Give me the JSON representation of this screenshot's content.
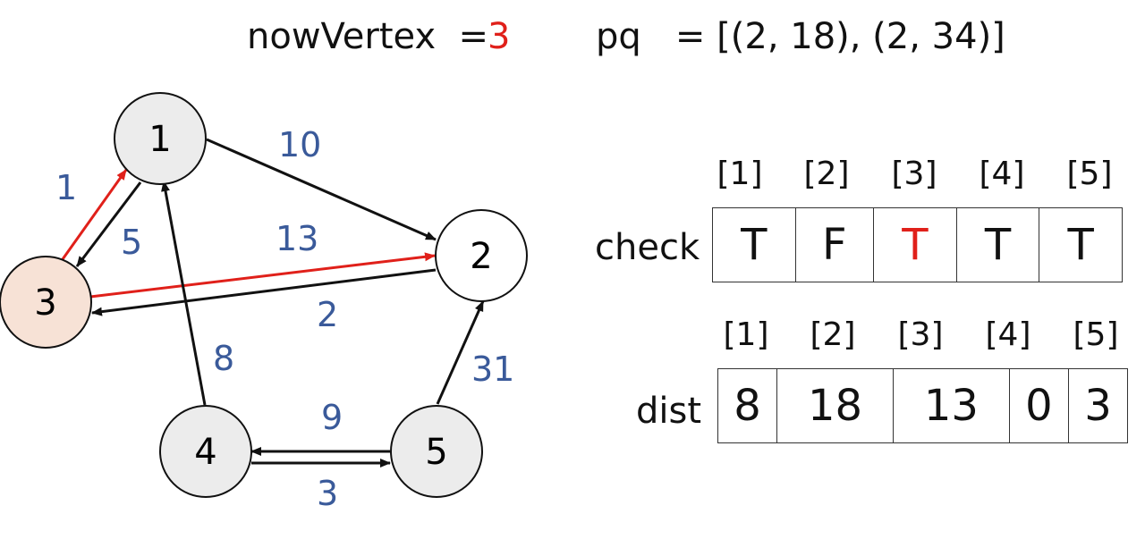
{
  "header": {
    "now_label": "nowVertex  =",
    "now_value": "3",
    "pq_text": "pq   = [(2, 18), (2, 34)]"
  },
  "colors": {
    "highlight": "#e0201a",
    "weight": "#3a5a9a",
    "visited_node": "#ececec",
    "current_node": "#f7e2d6",
    "unvisited_node": "#ffffff"
  },
  "graph": {
    "nodes": [
      {
        "id": "1",
        "label": "1",
        "state": "visited"
      },
      {
        "id": "2",
        "label": "2",
        "state": "unvisited"
      },
      {
        "id": "3",
        "label": "3",
        "state": "current"
      },
      {
        "id": "4",
        "label": "4",
        "state": "visited"
      },
      {
        "id": "5",
        "label": "5",
        "state": "visited"
      }
    ],
    "edges": [
      {
        "from": "1",
        "to": "2",
        "weight": "10"
      },
      {
        "from": "3",
        "to": "1",
        "weight": "1",
        "highlight": true
      },
      {
        "from": "1",
        "to": "3",
        "weight": "5"
      },
      {
        "from": "3",
        "to": "2",
        "weight": "13",
        "highlight": true
      },
      {
        "from": "2",
        "to": "3",
        "weight": "2"
      },
      {
        "from": "4",
        "to": "1",
        "weight": "8"
      },
      {
        "from": "5",
        "to": "2",
        "weight": "31"
      },
      {
        "from": "5",
        "to": "4",
        "weight": "9"
      },
      {
        "from": "4",
        "to": "5",
        "weight": "3"
      }
    ]
  },
  "check": {
    "label": "check",
    "indices": [
      "[1]",
      "[2]",
      "[3]",
      "[4]",
      "[5]"
    ],
    "values": [
      "T",
      "F",
      "T",
      "T",
      "T"
    ],
    "highlight_index": 2
  },
  "dist": {
    "label": "dist",
    "indices": [
      "[1]",
      "[2]",
      "[3]",
      "[4]",
      "[5]"
    ],
    "values": [
      "8",
      "18",
      "13",
      "0",
      "3"
    ]
  }
}
